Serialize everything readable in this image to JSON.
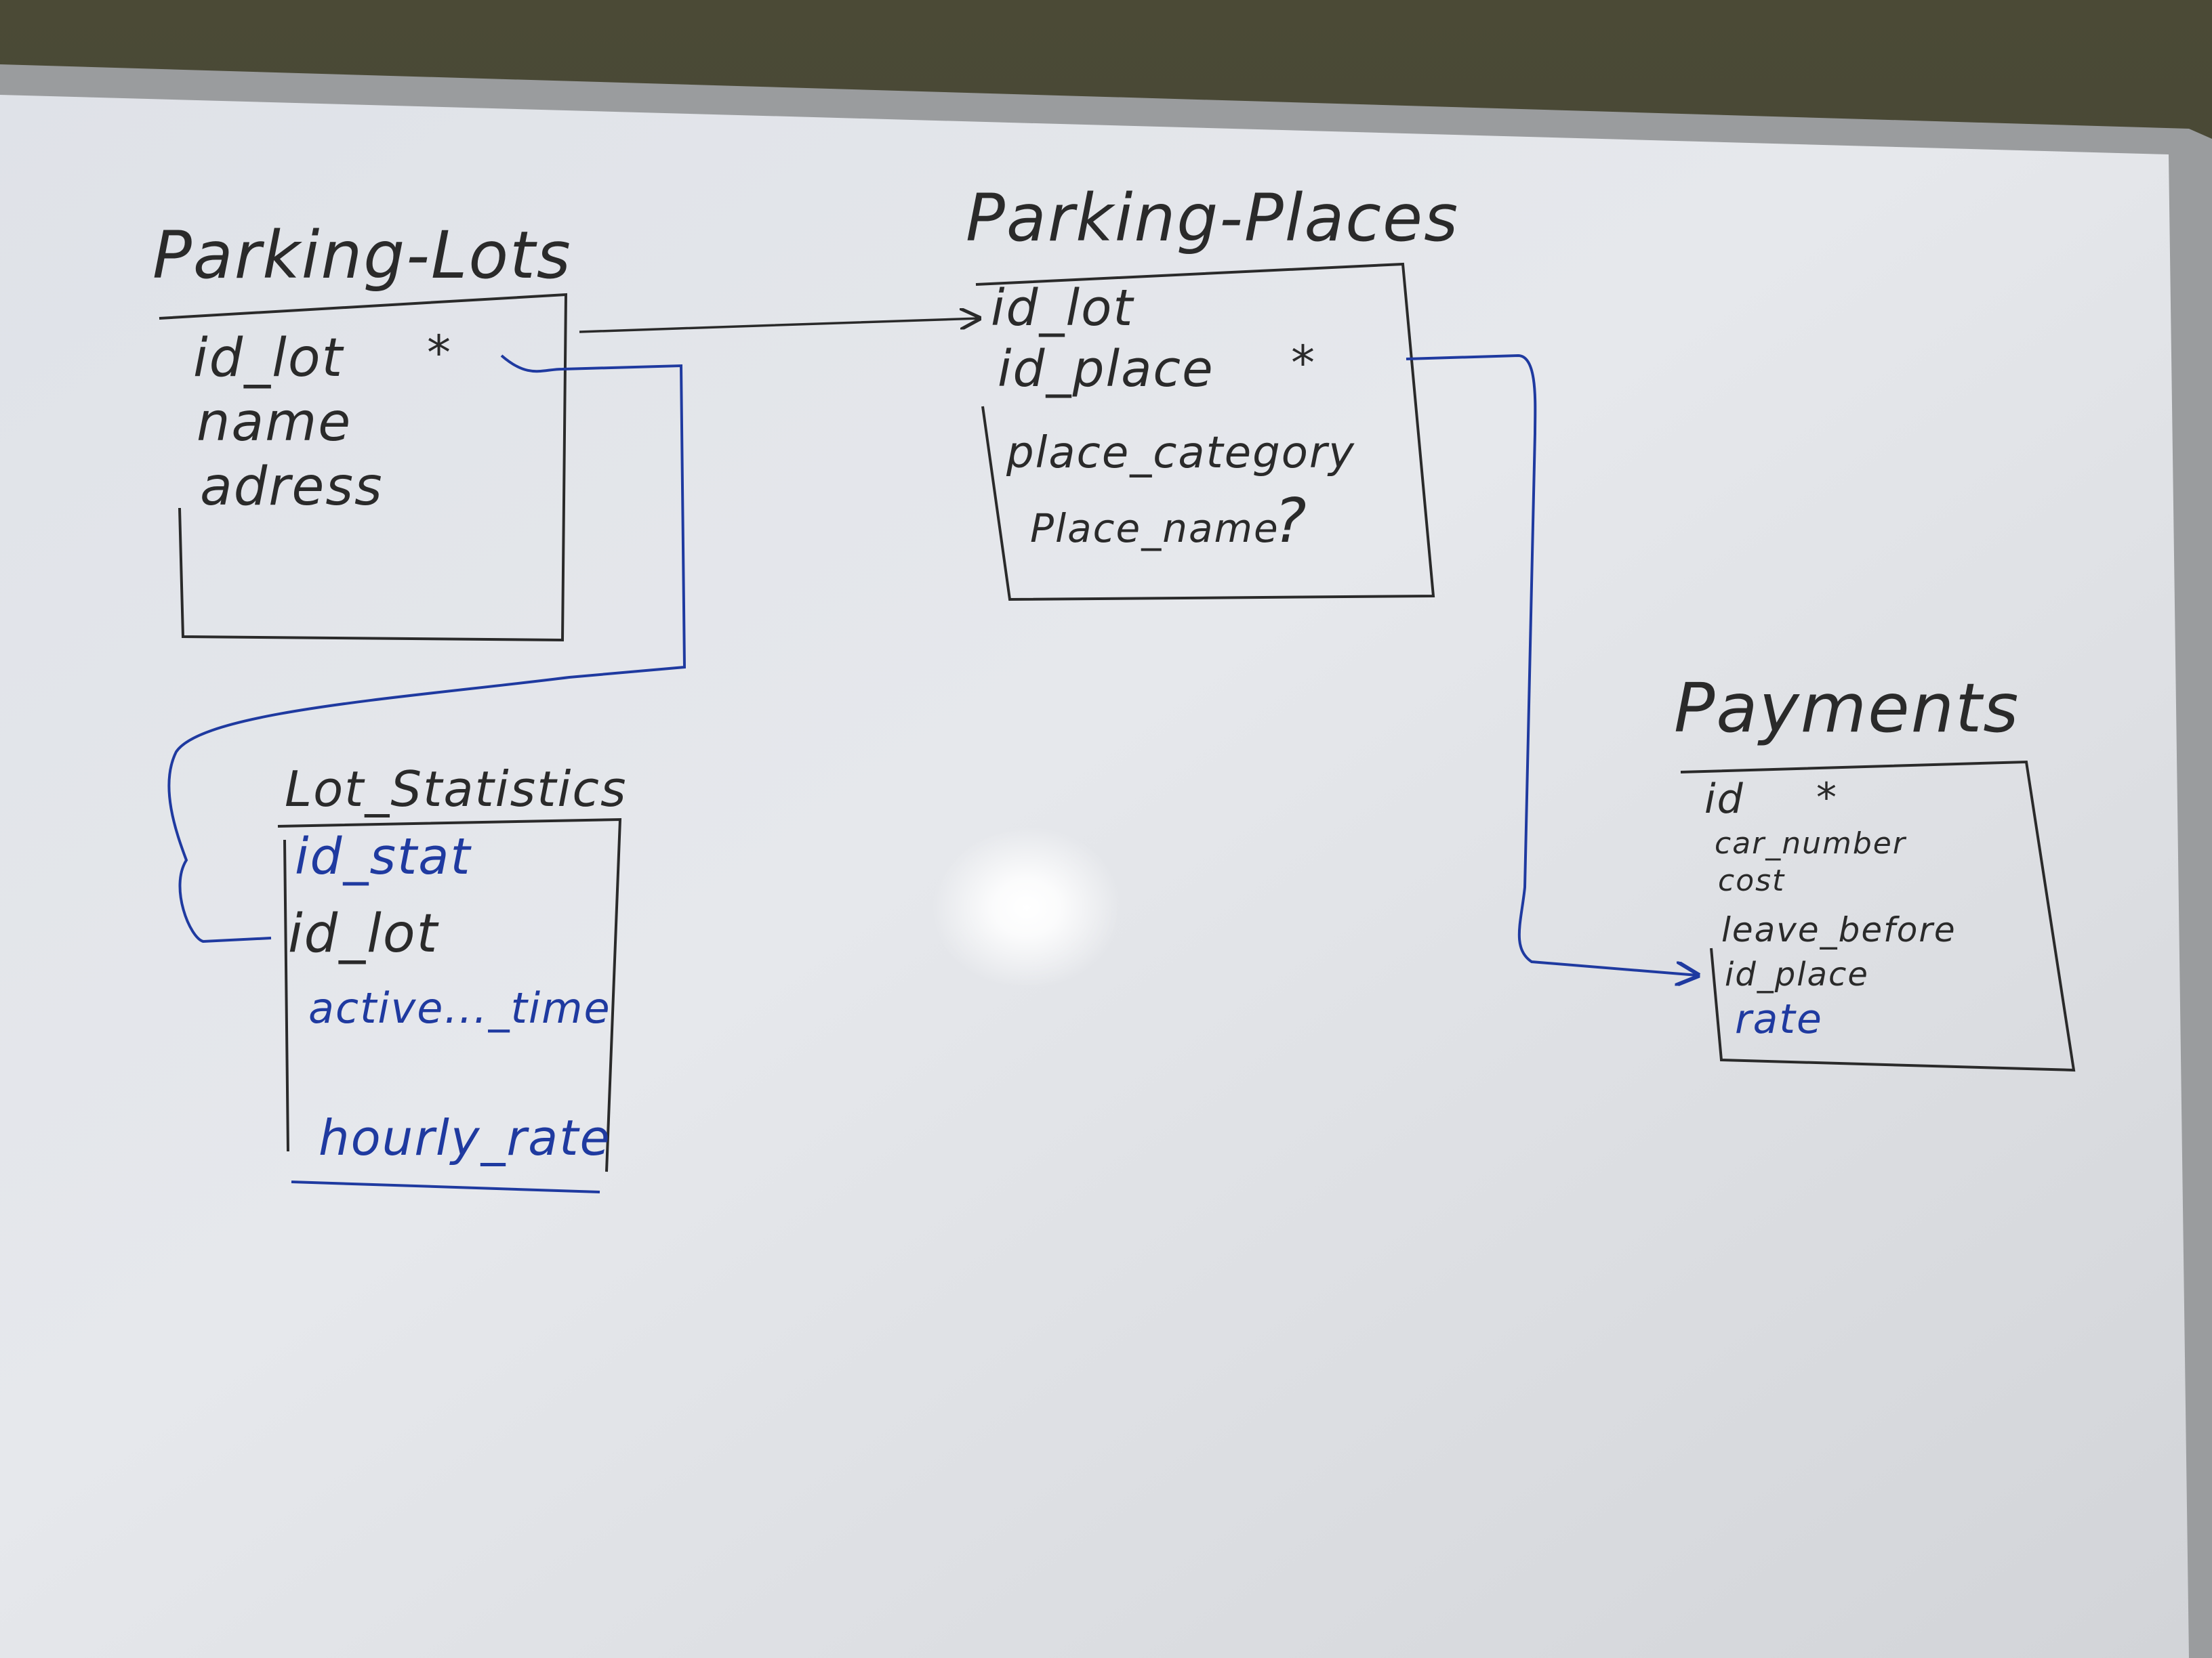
{
  "colors": {
    "black_marker": "#2a2a2a",
    "blue_marker": "#1f3aa0",
    "board": "#e4e6ea"
  },
  "tables": {
    "parking_lots": {
      "title": "Parking-Lots",
      "fields": [
        "id_lot",
        "name",
        "adress"
      ],
      "pk_mark": "*"
    },
    "parking_places": {
      "title": "Parking-Places",
      "fields": [
        "id_lot",
        "id_place",
        "place_category",
        "Place_name"
      ],
      "pk_mark": "*",
      "question_mark": "?"
    },
    "lot_statistics": {
      "title": "Lot_Statistics",
      "fields": [
        "id_stat",
        "id_lot",
        "active..._time",
        "hourly_rate"
      ]
    },
    "payments": {
      "title": "Payments",
      "fields": [
        "id",
        "car_number",
        "cost",
        "leave_before",
        "id_place",
        "rate"
      ],
      "pk_mark": "*"
    }
  }
}
